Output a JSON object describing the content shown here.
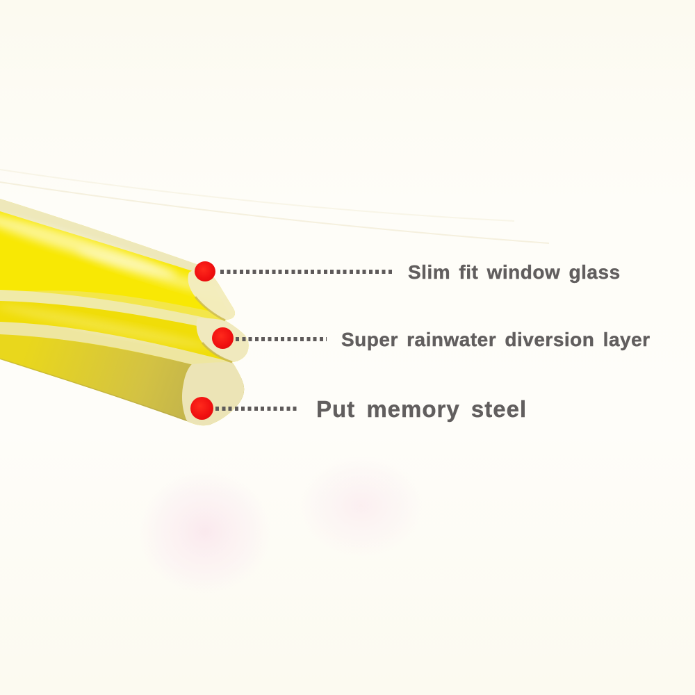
{
  "image": {
    "type": "annotated product photo",
    "background_color": "#fdfbf2",
    "description": "Yellow car window rubber seal strip shown diagonally with three callouts"
  },
  "product": {
    "name": "yellow-seal-strip",
    "main_color": "#f8e804",
    "highlight_color": "#f0eaa8",
    "end_face_color": "#f2ecc2",
    "shadow_color": "#b9ac52"
  },
  "annotations": {
    "dot_color": "#ee1010",
    "line_color": "#5e5a5a",
    "label_color": "#615e5e",
    "items": [
      {
        "label": "Slim fit window glass"
      },
      {
        "label": "Super rainwater diversion layer"
      },
      {
        "label": "Put memory steel"
      }
    ]
  }
}
